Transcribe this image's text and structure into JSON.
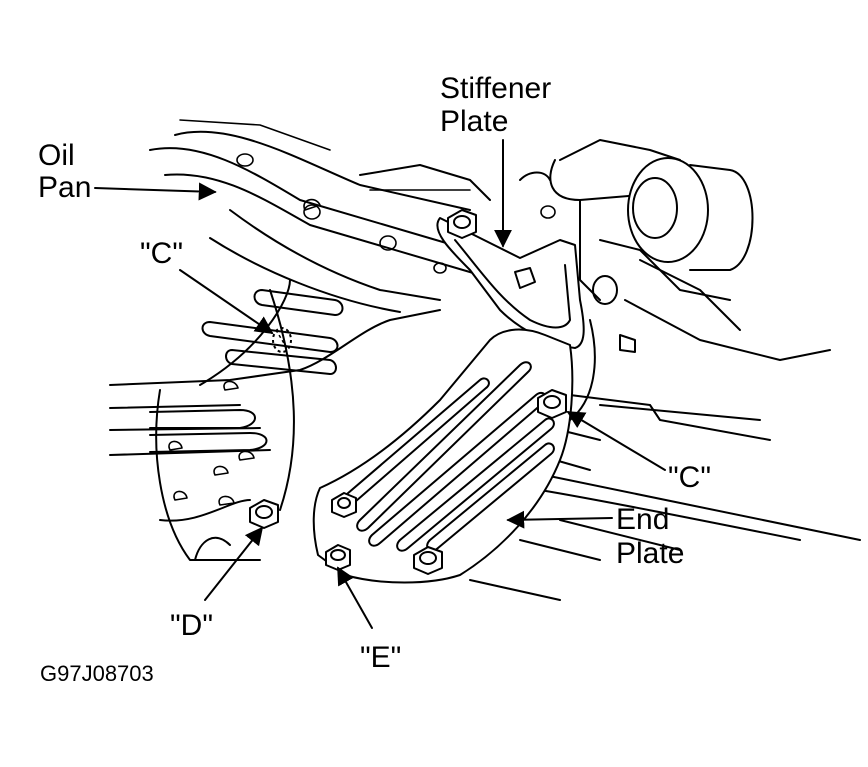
{
  "diagram": {
    "labels": {
      "stiffener_line1": "Stiffener",
      "stiffener_line2": "Plate",
      "oil_line1": "Oil",
      "oil_line2": "Pan",
      "c_upper": "\"C\"",
      "c_right": "\"C\"",
      "end_line1": "End",
      "end_line2": "Plate",
      "d": "\"D\"",
      "e": "\"E\""
    },
    "figure_code": "G97J08703"
  }
}
